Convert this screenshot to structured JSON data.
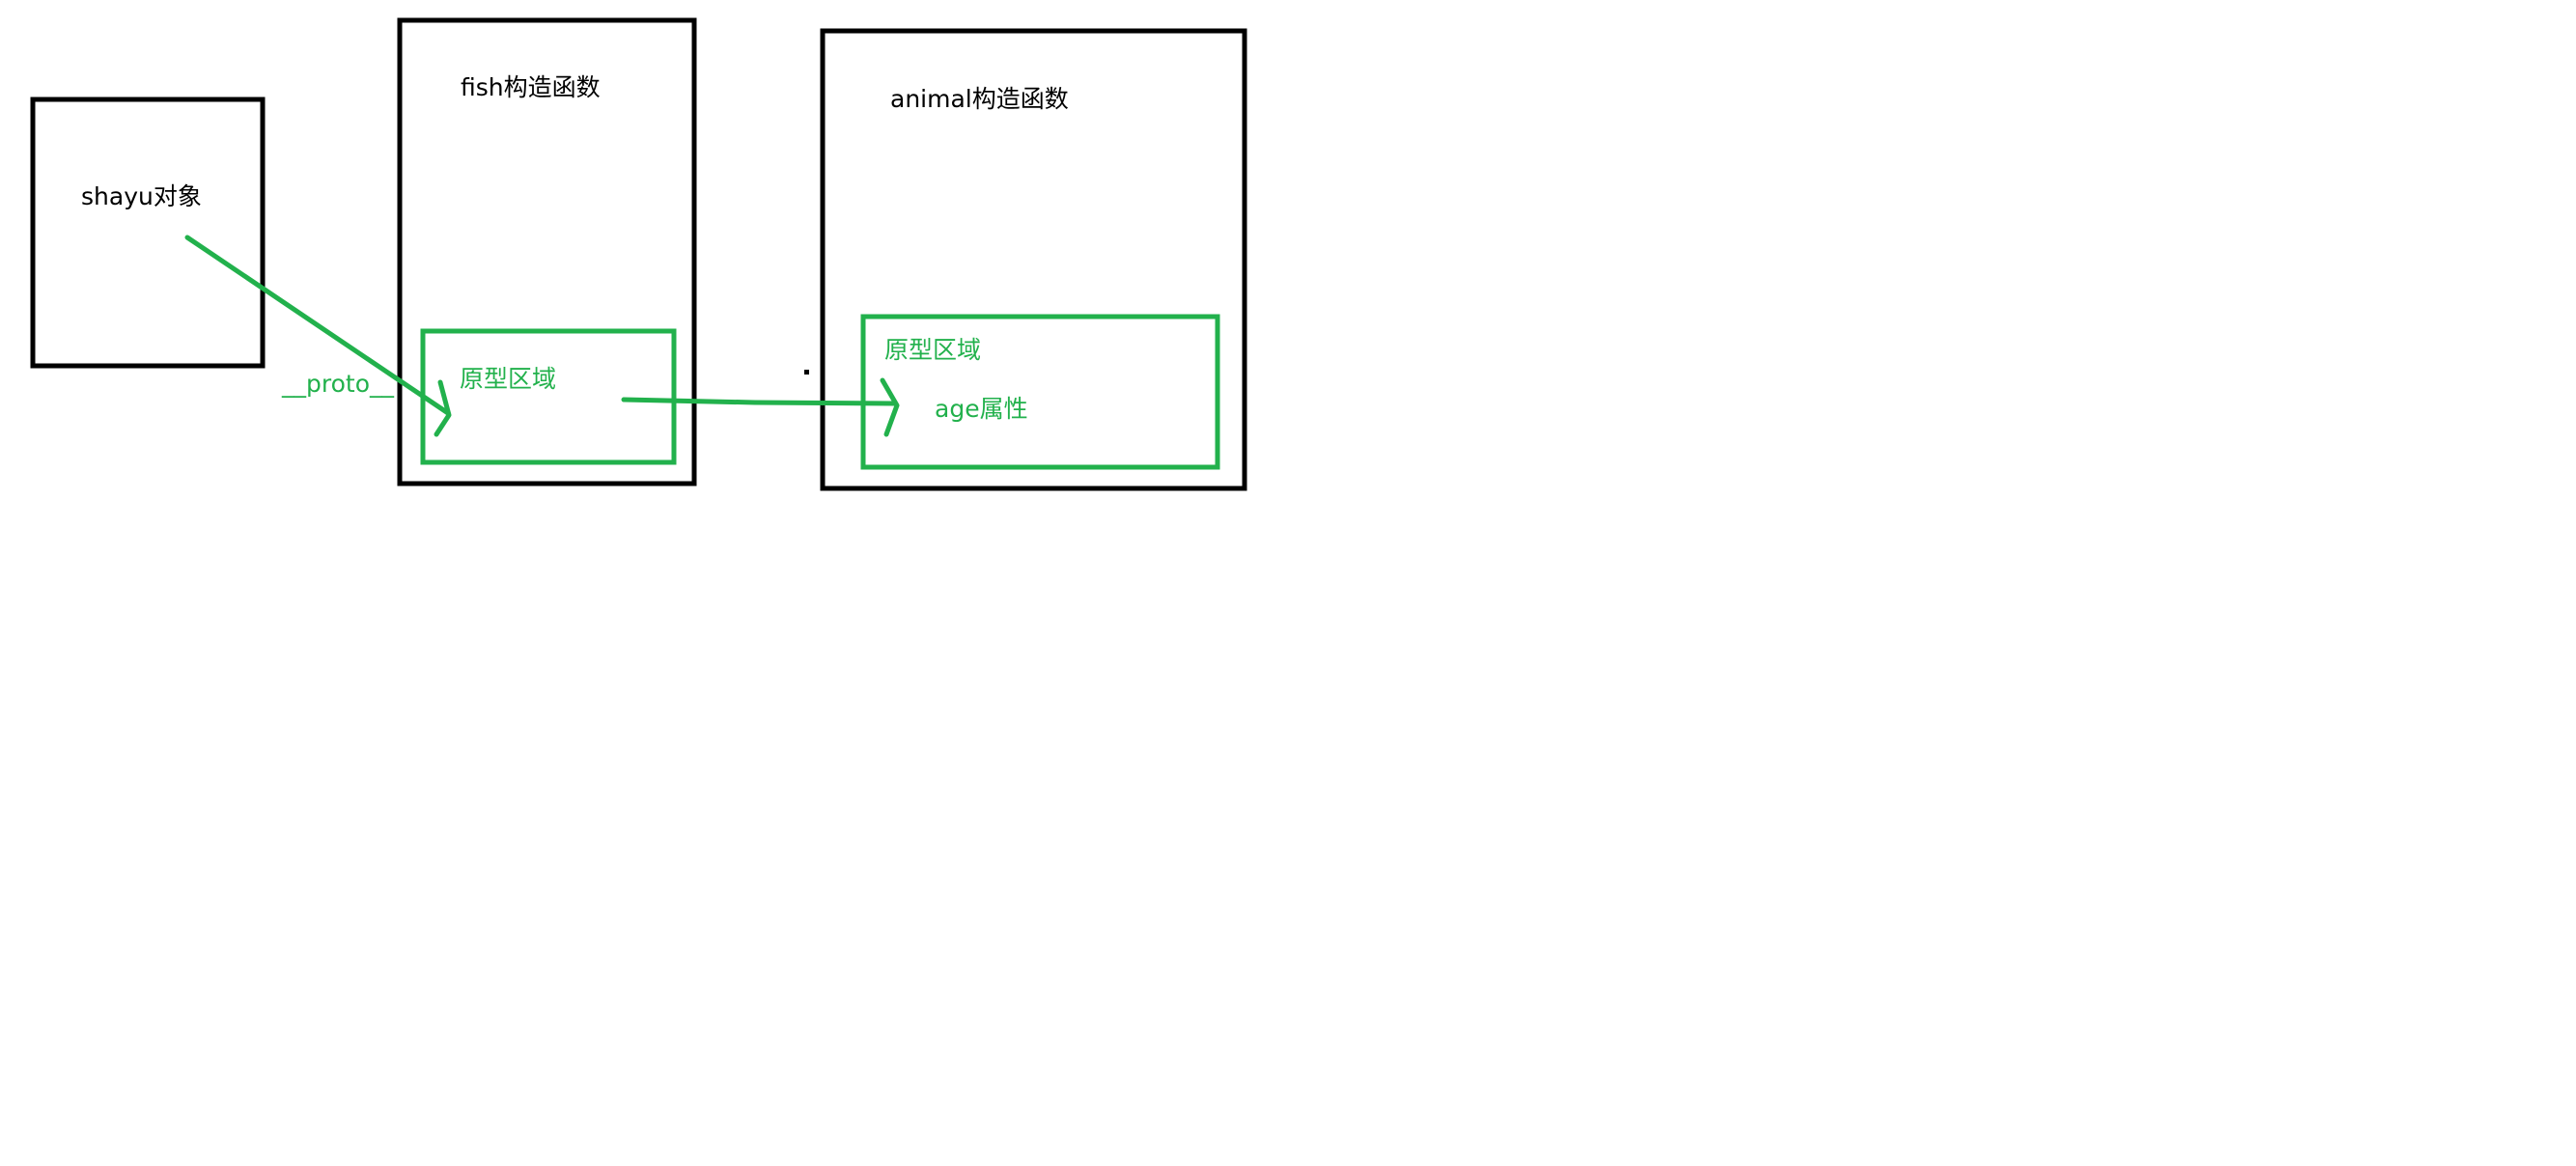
{
  "colors": {
    "outline": "#000000",
    "prototype_green": "#22b14c",
    "background": "#ffffff"
  },
  "nodes": {
    "shayu_object": {
      "label": "shayu对象"
    },
    "fish_constructor": {
      "label": "fish构造函数",
      "prototype_area": {
        "label": "原型区域"
      }
    },
    "animal_constructor": {
      "label": "animal构造函数",
      "prototype_area": {
        "label": "原型区域",
        "property_label": "age属性"
      }
    }
  },
  "edges": {
    "proto_link": {
      "label": "__proto__"
    },
    "fish_to_animal": {
      "label": ""
    }
  }
}
